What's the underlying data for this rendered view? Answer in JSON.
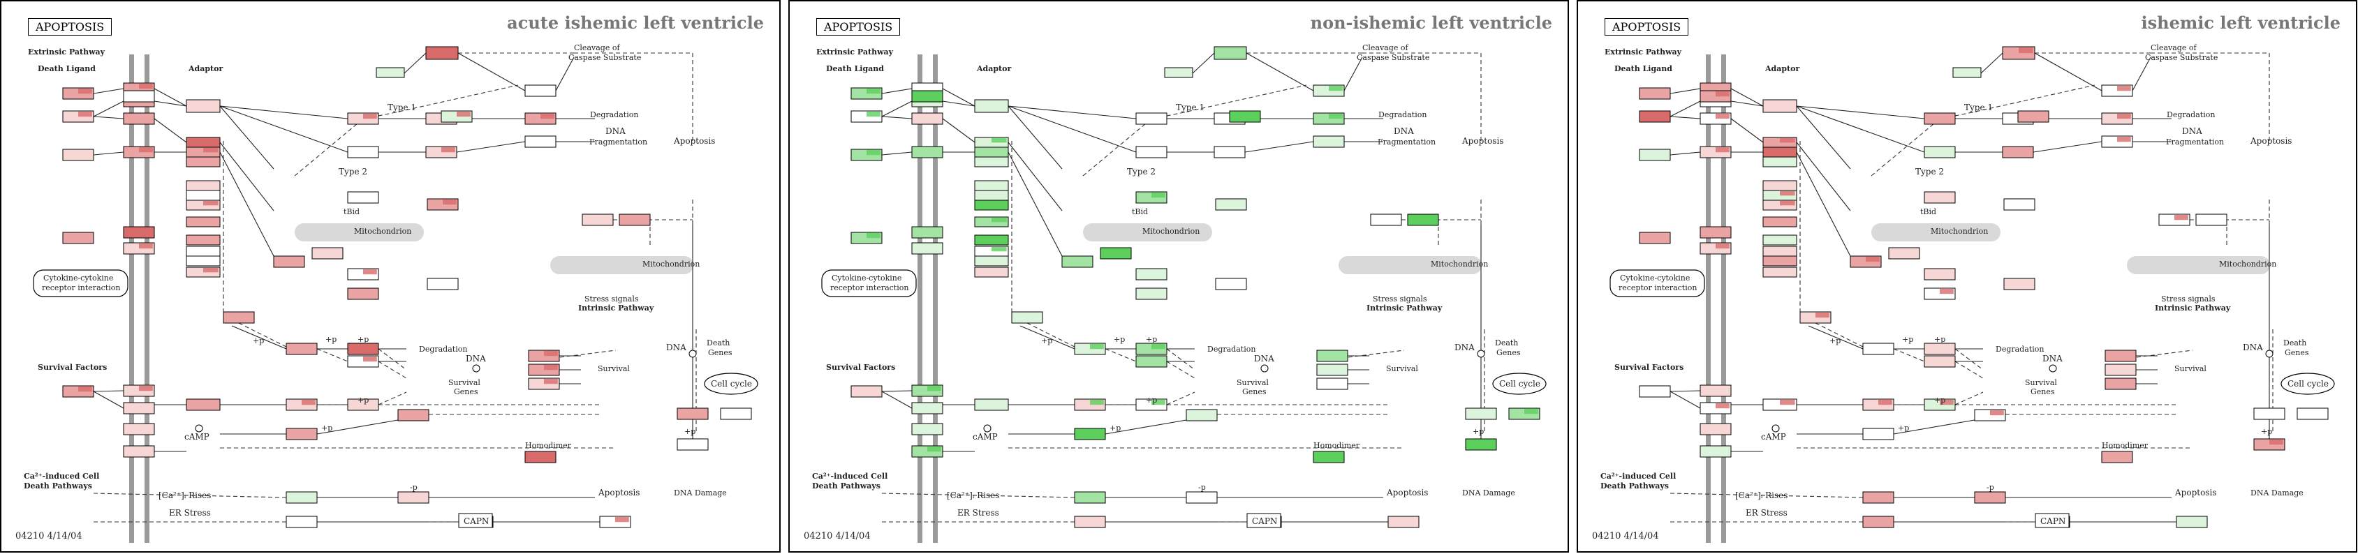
{
  "labels": {
    "apoptosis_badge": "APOPTOSIS",
    "extrinsic_pathway": "Extrinsic Pathway",
    "death_ligand": "Death Ligand",
    "adaptor": "Adaptor",
    "cleavage_line1": "Cleavage of",
    "cleavage_line2": "Caspase Substrate",
    "type1": "Type 1",
    "type2": "Type 2",
    "degradation": "Degradation",
    "dna": "DNA",
    "fragmentation": "Fragmentation",
    "apoptosis": "Apoptosis",
    "tbid": "tBid",
    "mitochondrion": "Mitochondrion",
    "cytokine_line1": "Cytokine-cytokine",
    "cytokine_line2": "receptor interaction",
    "stress_signals": "Stress signals",
    "intrinsic_pathway": "Intrinsic Pathway",
    "plus_p": "+p",
    "minus_p": "-p",
    "survival_factors": "Survival Factors",
    "survival_genes_line1": "Survival",
    "survival_genes_line2": "Genes",
    "survival": "Survival",
    "death_genes_line1": "Death",
    "death_genes_line2": "Genes",
    "camp": "cAMP",
    "cell_cycle": "Cell cycle",
    "homodimer": "Homodimer",
    "ca_line1": "Ca²⁺-induced Cell",
    "ca_line2": "Death Pathways",
    "ca_rises": "[Ca²⁺]ᵢ Rises",
    "er_stress": "ER Stress",
    "capn": "CAPN",
    "dna_damage": "DNA Damage",
    "footer": "04210  4/14/04"
  },
  "panels": [
    {
      "title": "acute ishemic left ventricle"
    },
    {
      "title": "non-ishemic left ventricle"
    },
    {
      "title": "ishemic left ventricle"
    }
  ],
  "colors": {
    "red_strong": "#d96b6b",
    "red_mid": "#eba4a4",
    "red_light": "#f7d6d6",
    "green_strong": "#5dcf5d",
    "green_mid": "#a3e3a3",
    "green_light": "#dcf4dc",
    "neutral": "#ffffff",
    "membrane": "#9a9a9a",
    "bubble": "#d9d9d9"
  }
}
